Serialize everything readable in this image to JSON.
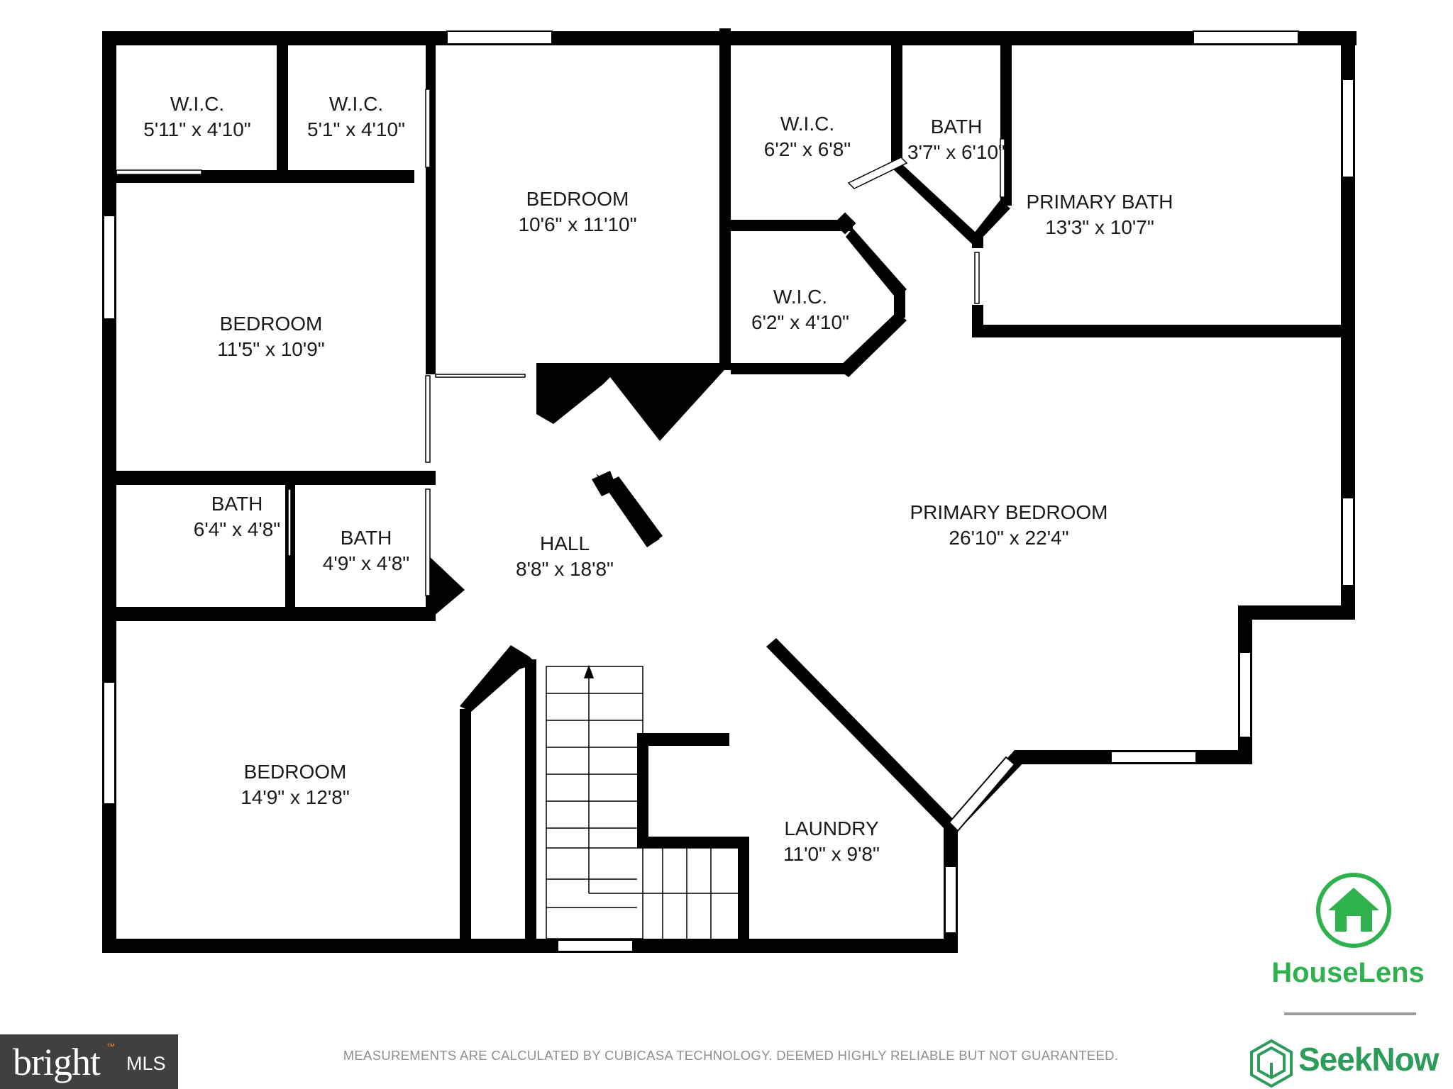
{
  "rooms": [
    {
      "name": "W.I.C.",
      "dims": "5'11\" x 4'10\""
    },
    {
      "name": "W.I.C.",
      "dims": "5'1\" x 4'10\""
    },
    {
      "name": "BEDROOM",
      "dims": "10'6\" x 11'10\""
    },
    {
      "name": "W.I.C.",
      "dims": "6'2\" x 6'8\""
    },
    {
      "name": "BATH",
      "dims": "3'7\" x 6'10\""
    },
    {
      "name": "PRIMARY BATH",
      "dims": "13'3\" x 10'7\""
    },
    {
      "name": "BEDROOM",
      "dims": "11'5\" x 10'9\""
    },
    {
      "name": "W.I.C.",
      "dims": "6'2\" x 4'10\""
    },
    {
      "name": "PRIMARY BEDROOM",
      "dims": "26'10\" x 22'4\""
    },
    {
      "name": "BATH",
      "dims": "6'4\" x 4'8\""
    },
    {
      "name": "BATH",
      "dims": "4'9\" x 4'8\""
    },
    {
      "name": "HALL",
      "dims": "8'8\" x 18'8\""
    },
    {
      "name": "BEDROOM",
      "dims": "14'9\" x 12'8\""
    },
    {
      "name": "LAUNDRY",
      "dims": "11'0\" x 9'8\""
    }
  ],
  "disclaimer": "MEASUREMENTS ARE CALCULATED BY CUBICASA TECHNOLOGY. DEEMED HIGHLY RELIABLE BUT NOT GUARANTEED.",
  "logos": {
    "bright_word": "bright",
    "bright_mls": "MLS",
    "bright_tm": "™",
    "houselens": "HouseLens",
    "seeknow": "SeekNow"
  },
  "colors": {
    "wall": "#000000",
    "houselens_green": "#2fb24e",
    "seeknow_green": "#2d9b5a",
    "disclaimer_gray": "#8f8f8f",
    "bright_bg": "#404040"
  }
}
